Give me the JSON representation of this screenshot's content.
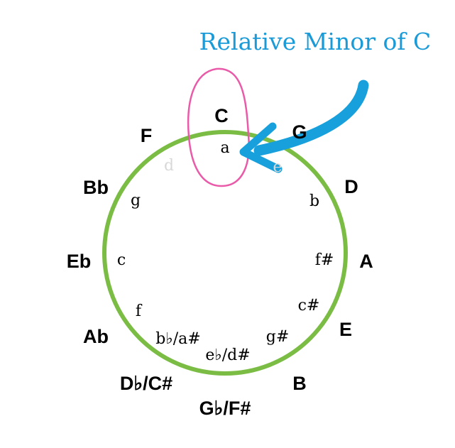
{
  "title": "Relative Minor of C",
  "colors": {
    "circle": "#7bbd44",
    "highlight": "#e95aa8",
    "arrow": "#17a0dc",
    "title": "#1a9ad6"
  },
  "major_keys": [
    "C",
    "G",
    "D",
    "A",
    "E",
    "B",
    "G♭/F#",
    "D♭/C#",
    "Ab",
    "Eb",
    "Bb",
    "F"
  ],
  "minor_keys": [
    "a",
    "e",
    "b",
    "f#",
    "c#",
    "g#",
    "e♭/d#",
    "b♭/a#",
    "f",
    "c",
    "g",
    "d"
  ],
  "highlighted_major": "C",
  "highlighted_minor": "a"
}
